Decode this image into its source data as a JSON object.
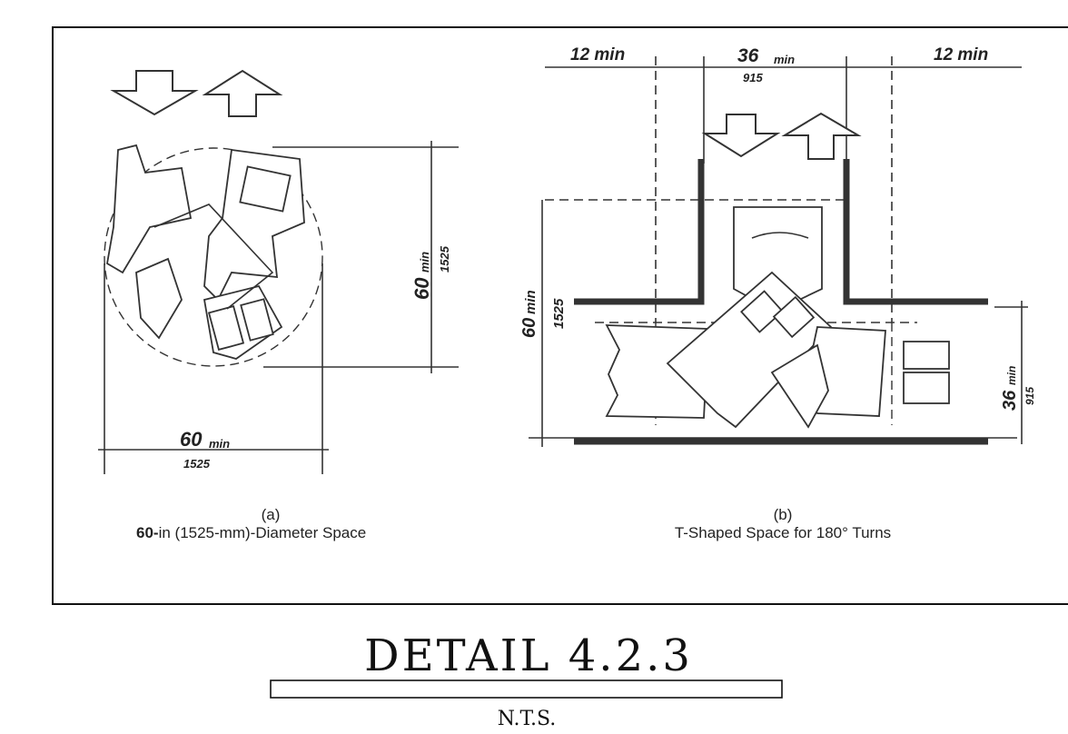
{
  "detail": {
    "title": "DETAIL 4.2.3",
    "scale_note": "N.T.S."
  },
  "figure_a": {
    "label": "(a)",
    "caption_bold": "60-",
    "caption_rest": "in (1525-mm)-Diameter Space",
    "dim_horizontal_value": "60",
    "dim_horizontal_unit": "min",
    "dim_horizontal_mm": "1525",
    "dim_vertical_value": "60",
    "dim_vertical_unit": "min",
    "dim_vertical_mm": "1525"
  },
  "figure_b": {
    "label": "(b)",
    "caption": "T-Shaped Space for 180° Turns",
    "dim_left": "12 min",
    "dim_center_value": "36",
    "dim_center_unit": "min",
    "dim_center_mm": "915",
    "dim_right": "12 min",
    "dim_vertical_value": "60",
    "dim_vertical_unit": "min",
    "dim_vertical_mm": "1525",
    "dim_right_vertical_value": "36",
    "dim_right_vertical_unit": "min",
    "dim_right_vertical_mm": "915"
  }
}
